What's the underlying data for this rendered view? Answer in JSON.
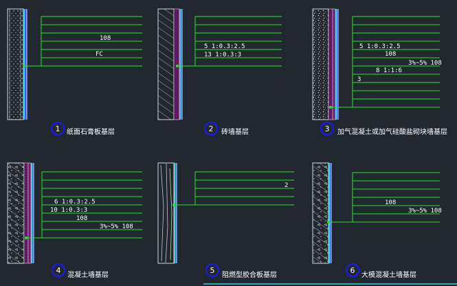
{
  "drawing": {
    "panels": [
      {
        "number": "1",
        "caption": "纸面石膏板基层",
        "notes": [
          "108",
          "FC"
        ]
      },
      {
        "number": "2",
        "caption": "砖墙基层",
        "notes": [
          "5  1:0.3:2.5",
          "13  1:0.3:3"
        ]
      },
      {
        "number": "3",
        "caption": "加气混凝土或加气硅酸盐砌块墙基层",
        "notes": [
          "5  1:0.3:2.5",
          "108",
          "3%~5%  108",
          "8  1:1:6",
          "3"
        ]
      },
      {
        "number": "4",
        "caption": "混凝土墙基层",
        "notes": [
          "6  1:0.3:2.5",
          "10  1:0.3:3",
          "108",
          "3%~5%  108"
        ]
      },
      {
        "number": "5",
        "caption": "阻燃型胶合板基层",
        "notes": [
          "2"
        ]
      },
      {
        "number": "6",
        "caption": "大模混凝土墙基层",
        "notes": [
          "108",
          "3%~5%  108"
        ]
      }
    ],
    "colors": {
      "background": "#212830",
      "leader": "#22e822",
      "outline": "#d8d8d8",
      "magenta": "#e040e0",
      "blue": "#3a5cff",
      "cyan": "#40d8e0",
      "circle": "#1a1aff",
      "text": "#ffffff"
    }
  }
}
